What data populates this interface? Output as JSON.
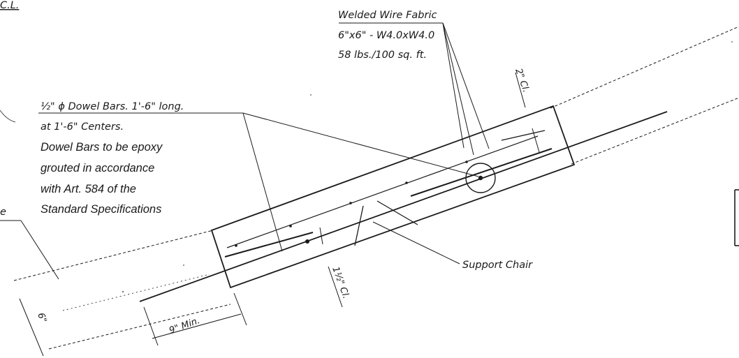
{
  "labels": {
    "top_left_fragment": "C.L.",
    "left_fragment": "e",
    "wwf_line1": "Welded Wire Fabric",
    "wwf_line2": "6\"x6\" - W4.0xW4.0",
    "wwf_line3": "58 lbs./100 sq. ft.",
    "dowel_line1": "½\" ϕ Dowel Bars. 1'-6\" long.",
    "dowel_line2": "at 1'-6\" Centers.",
    "dowel_line3": "Dowel Bars to be epoxy",
    "dowel_line4": "grouted in accordance",
    "dowel_line5": "with Art. 584 of the",
    "dowel_line6": "Standard Specifications",
    "support_chair": "Support Chair"
  },
  "dimensions": {
    "top_clear": "2\" Cl.",
    "bottom_clear": "1½\" Cl.",
    "min_length": "9\" Min.",
    "thickness": "6\""
  }
}
